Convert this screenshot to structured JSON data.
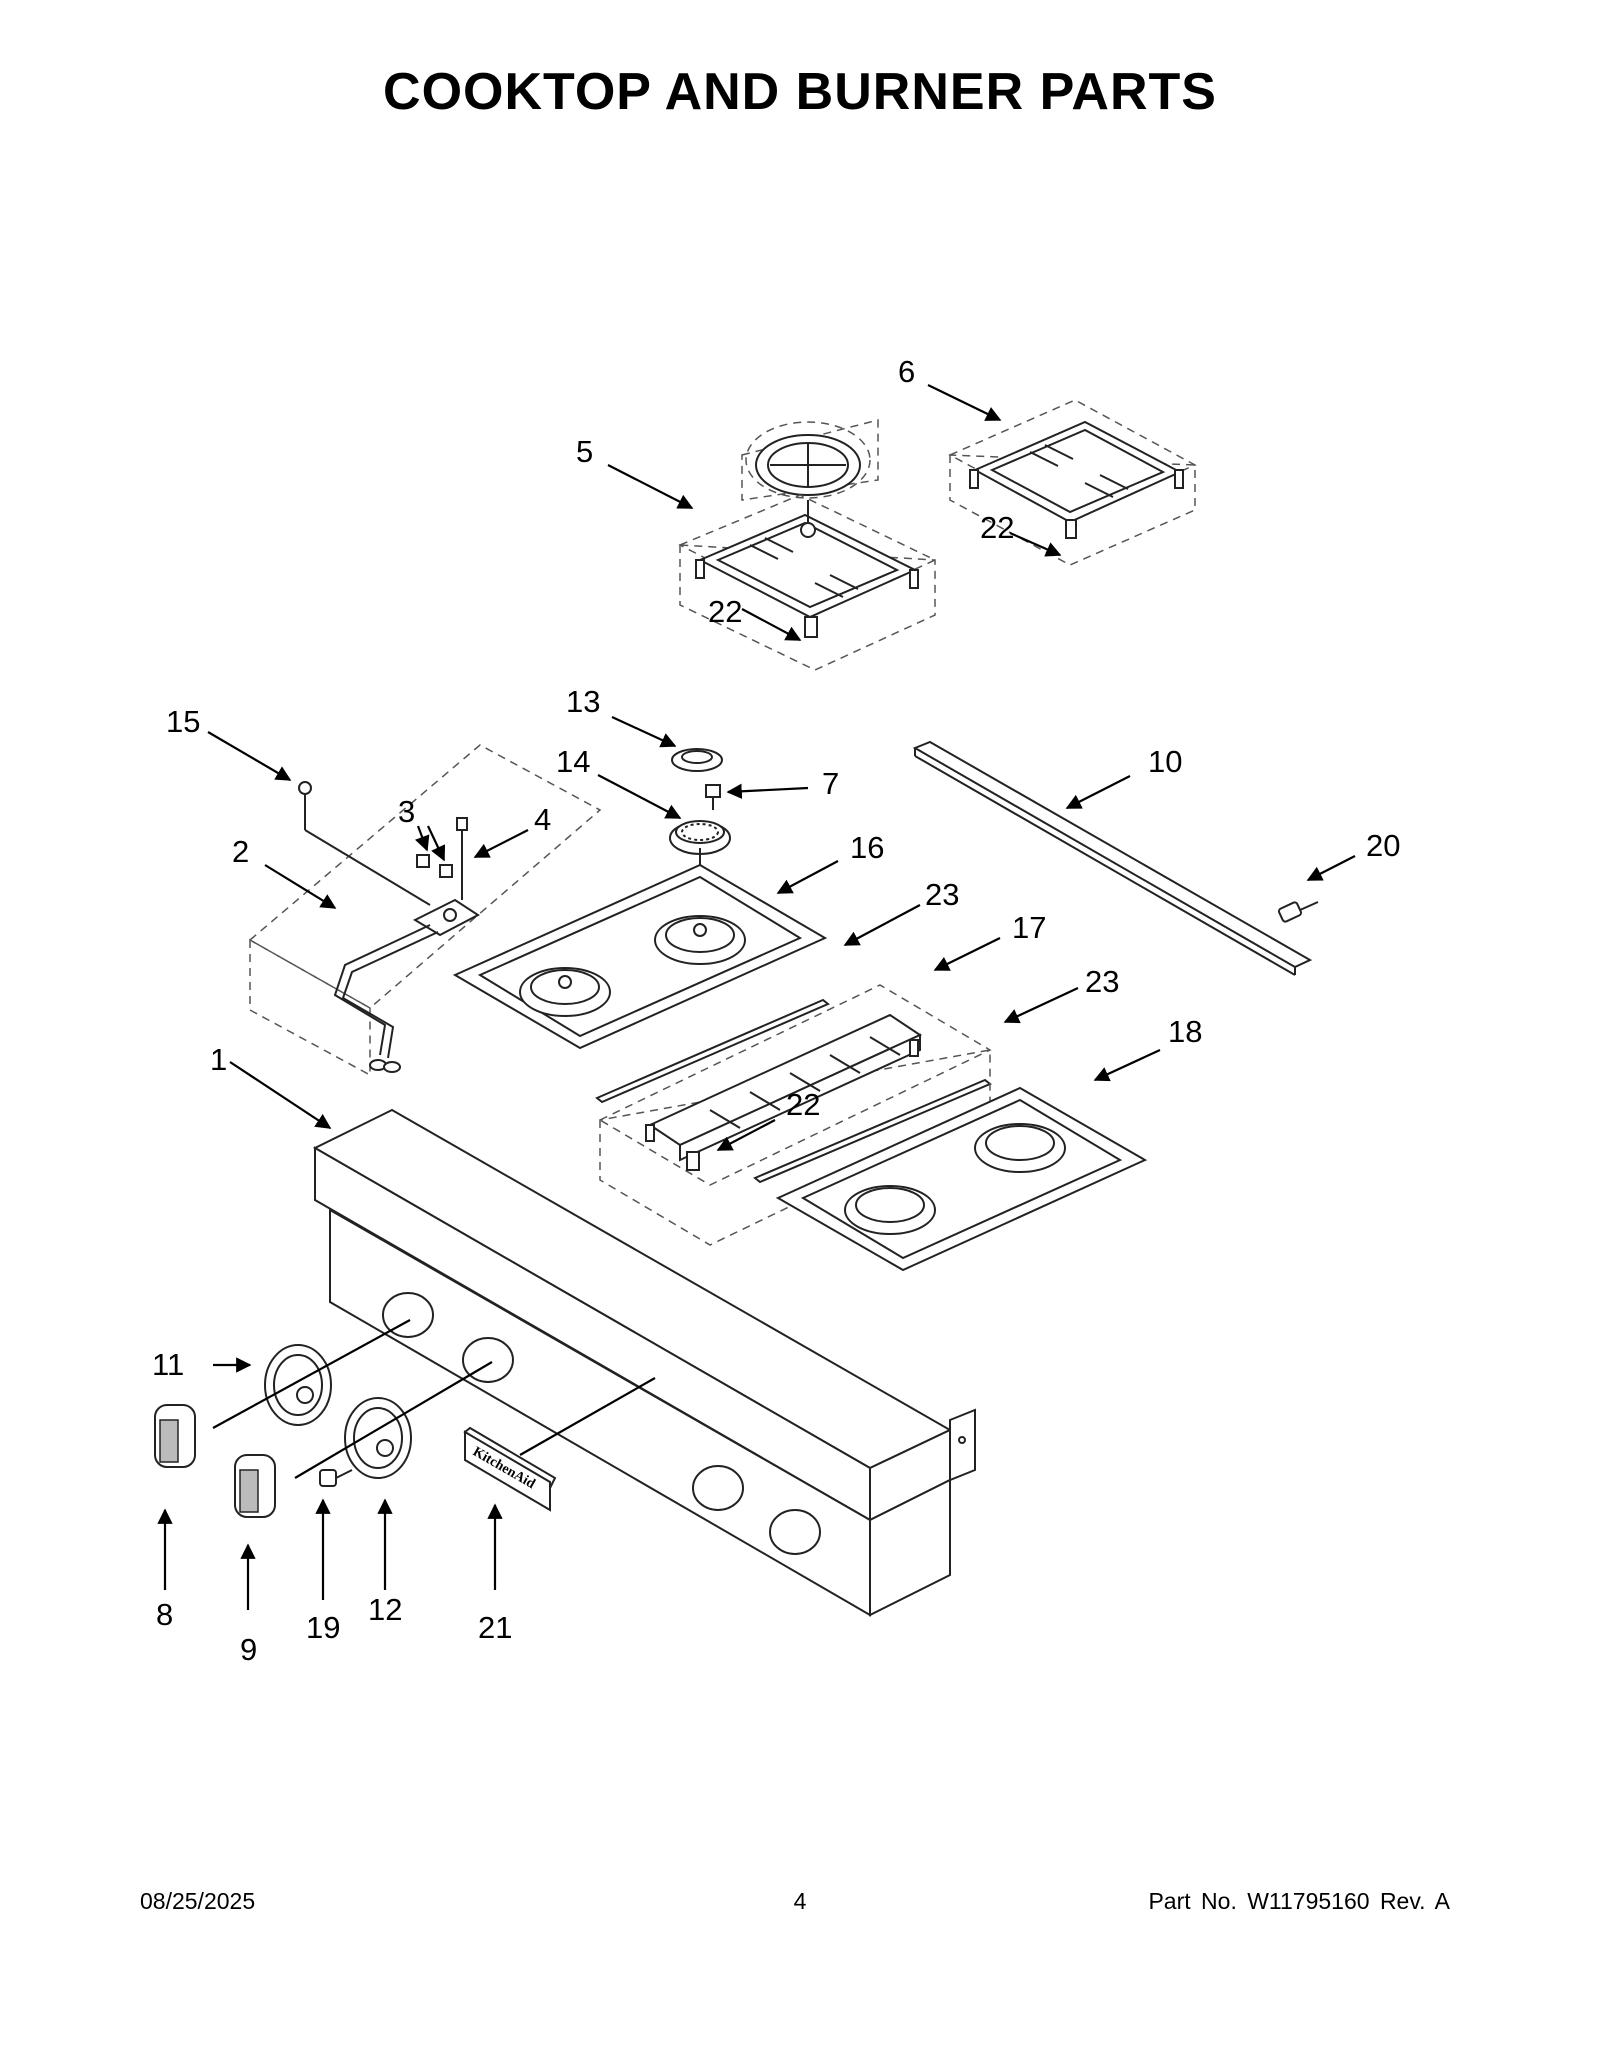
{
  "title": "COOKTOP AND BURNER PARTS",
  "callouts": [
    "1",
    "2",
    "3",
    "4",
    "5",
    "6",
    "7",
    "8",
    "9",
    "10",
    "11",
    "12",
    "13",
    "14",
    "15",
    "16",
    "17",
    "18",
    "19",
    "20",
    "21",
    "22",
    "23"
  ],
  "badge_text": "KitchenAid",
  "footer": {
    "date": "08/25/2025",
    "page": "4",
    "part": "Part No.  W11795160  Rev.  A"
  }
}
